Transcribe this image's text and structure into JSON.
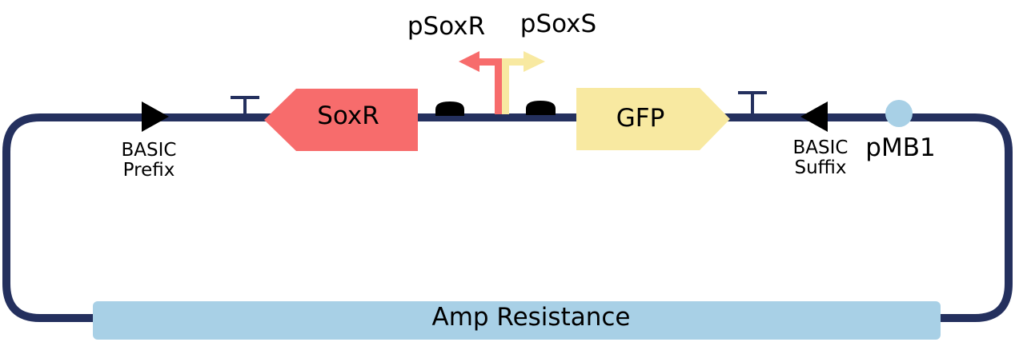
{
  "diagram": {
    "type": "plasmid-map",
    "colors": {
      "backbone": "#24305e",
      "soxr": "#f76c6c",
      "gfp": "#f8e9a1",
      "ori": "#a8d0e6",
      "amp": "#a8d0e6",
      "marker": "#000000"
    },
    "parts": {
      "basic_prefix": {
        "label_line1": "BASIC",
        "label_line2": "Prefix"
      },
      "soxr": {
        "label": "SoxR"
      },
      "psoxr": {
        "label": "pSoxR"
      },
      "psoxs": {
        "label": "pSoxS"
      },
      "gfp": {
        "label": "GFP"
      },
      "basic_suffix": {
        "label_line1": "BASIC",
        "label_line2": "Suffix"
      },
      "pmb1": {
        "label": "pMB1"
      },
      "amp": {
        "label": "Amp Resistance"
      }
    }
  }
}
